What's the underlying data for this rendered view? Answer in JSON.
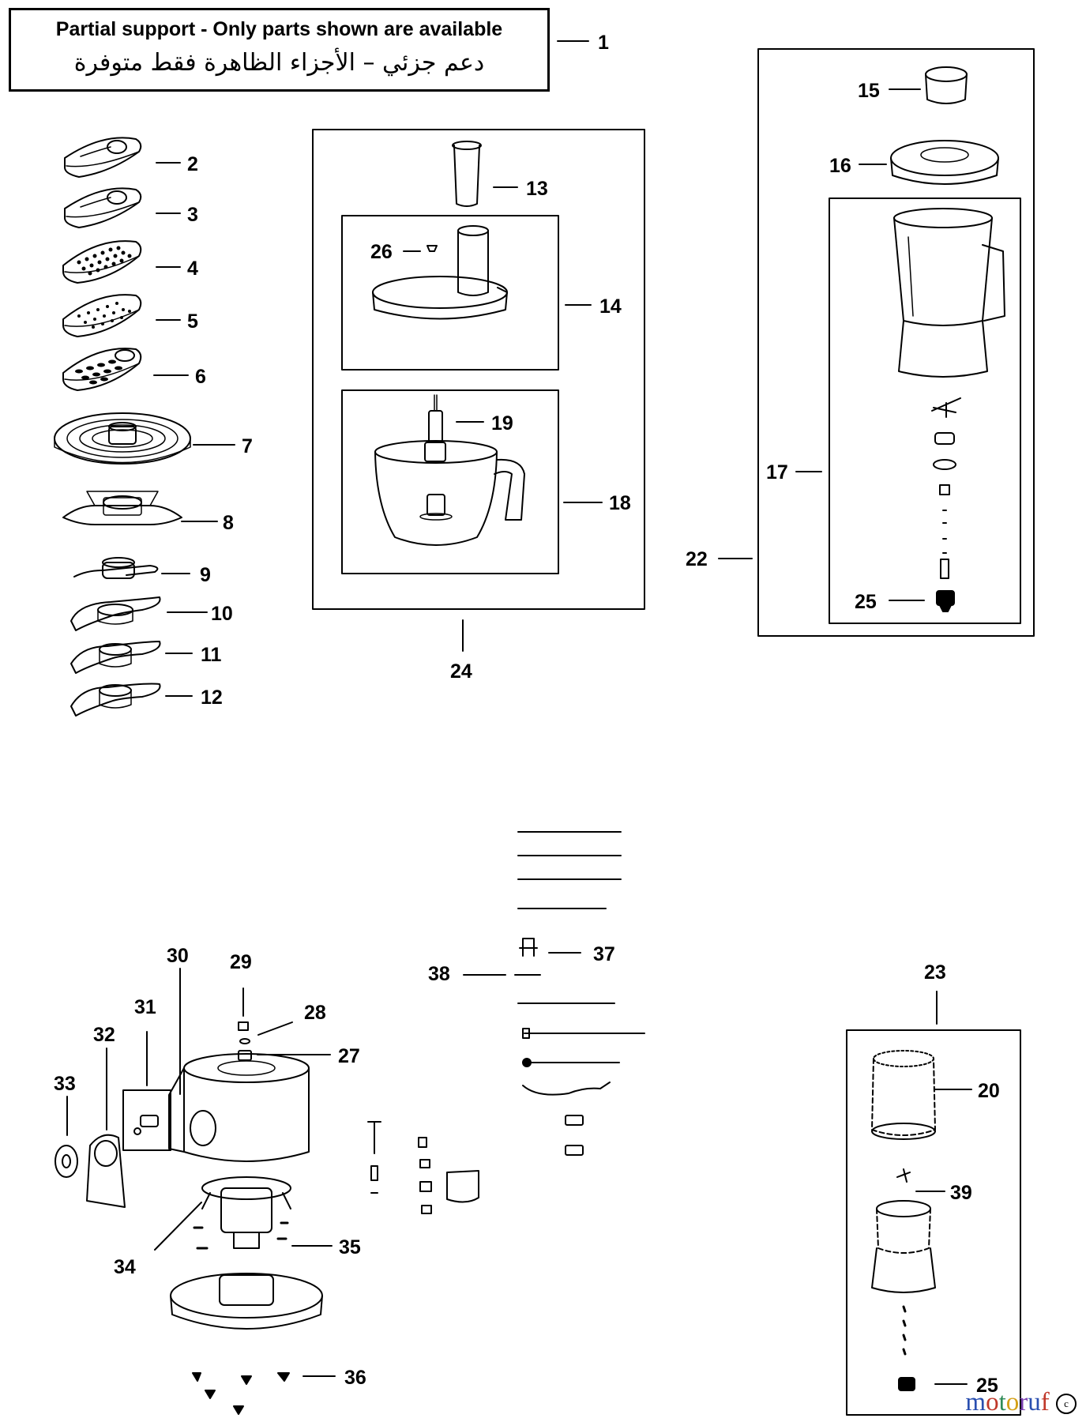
{
  "notice": {
    "text_en": "Partial support - Only parts shown are available",
    "text_ar": "دعم جزئي – الأجزاء الظاهرة فقط متوفرة"
  },
  "callouts": {
    "c1": "1",
    "c2": "2",
    "c3": "3",
    "c4": "4",
    "c5": "5",
    "c6": "6",
    "c7": "7",
    "c8": "8",
    "c9": "9",
    "c10": "10",
    "c11": "11",
    "c12": "12",
    "c13": "13",
    "c14": "14",
    "c15": "15",
    "c16": "16",
    "c17": "17",
    "c18": "18",
    "c19": "19",
    "c20": "20",
    "c22": "22",
    "c23": "23",
    "c24": "24",
    "c25a": "25",
    "c25b": "25",
    "c26": "26",
    "c27": "27",
    "c28": "28",
    "c29": "29",
    "c30": "30",
    "c31": "31",
    "c32": "32",
    "c33": "33",
    "c34": "34",
    "c35": "35",
    "c36": "36",
    "c37": "37",
    "c38": "38",
    "c39": "39"
  },
  "watermark": {
    "letters": [
      "m",
      "o",
      "t",
      "o",
      "r",
      "u",
      "f"
    ],
    "badge": "c",
    "colors": [
      "#2a4fb0",
      "#c0392b",
      "#2e8b57",
      "#d4a017",
      "#7a3fb0"
    ]
  }
}
